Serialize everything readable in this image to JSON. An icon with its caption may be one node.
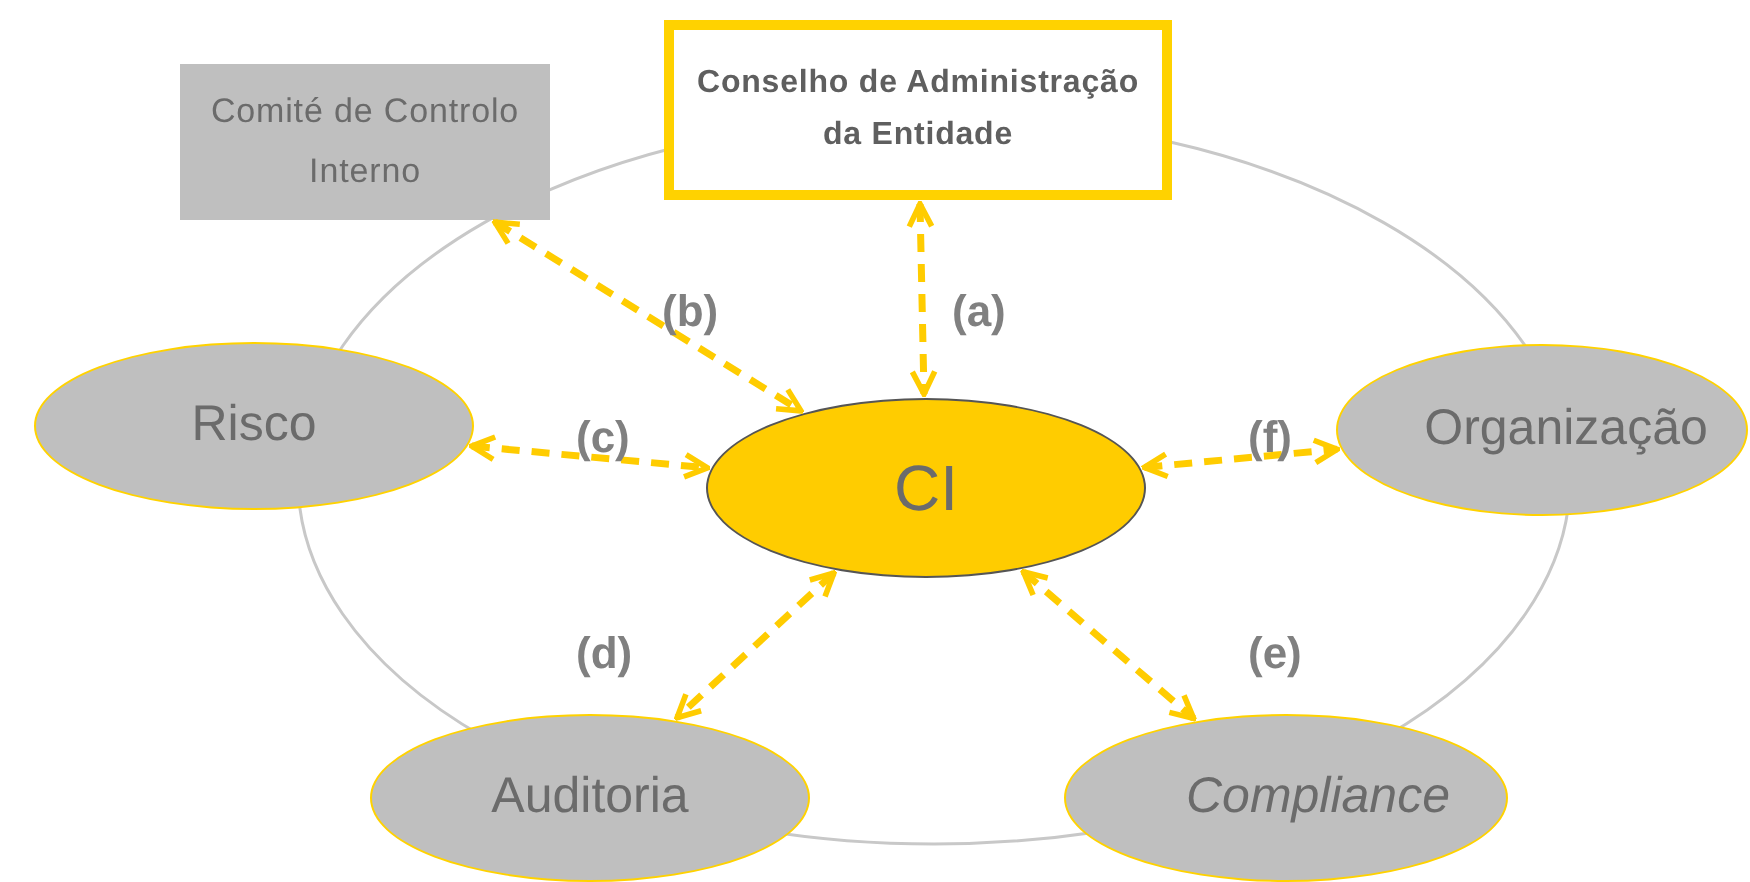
{
  "diagram": {
    "nodes": [
      {
        "text": [
          "Comité de Controlo Interno"
        ]
      },
      {
        "text": [
          "Conselho de Administração da Entidade"
        ]
      },
      {
        "text": [
          "Risco"
        ]
      },
      {
        "text": [
          "CI"
        ]
      },
      {
        "text": [
          "Organização"
        ]
      },
      {
        "text": [
          "Auditoria"
        ]
      },
      {
        "text": [
          "Compliance"
        ]
      }
    ],
    "edges": [
      {
        "from": 1,
        "to": 3,
        "arrow": "both",
        "label": "(a)",
        "style": "dashed"
      },
      {
        "from": 0,
        "to": 3,
        "arrow": "both",
        "label": "(b)",
        "style": "dashed"
      },
      {
        "from": 2,
        "to": 3,
        "arrow": "both",
        "label": "(c)",
        "style": "dashed"
      },
      {
        "from": 3,
        "to": 5,
        "arrow": "both",
        "label": "(d)",
        "style": "dashed"
      },
      {
        "from": 3,
        "to": 6,
        "arrow": "both",
        "label": "(e)",
        "style": "dashed"
      },
      {
        "from": 3,
        "to": 4,
        "arrow": "both",
        "label": "(f)",
        "style": "dashed"
      }
    ]
  }
}
